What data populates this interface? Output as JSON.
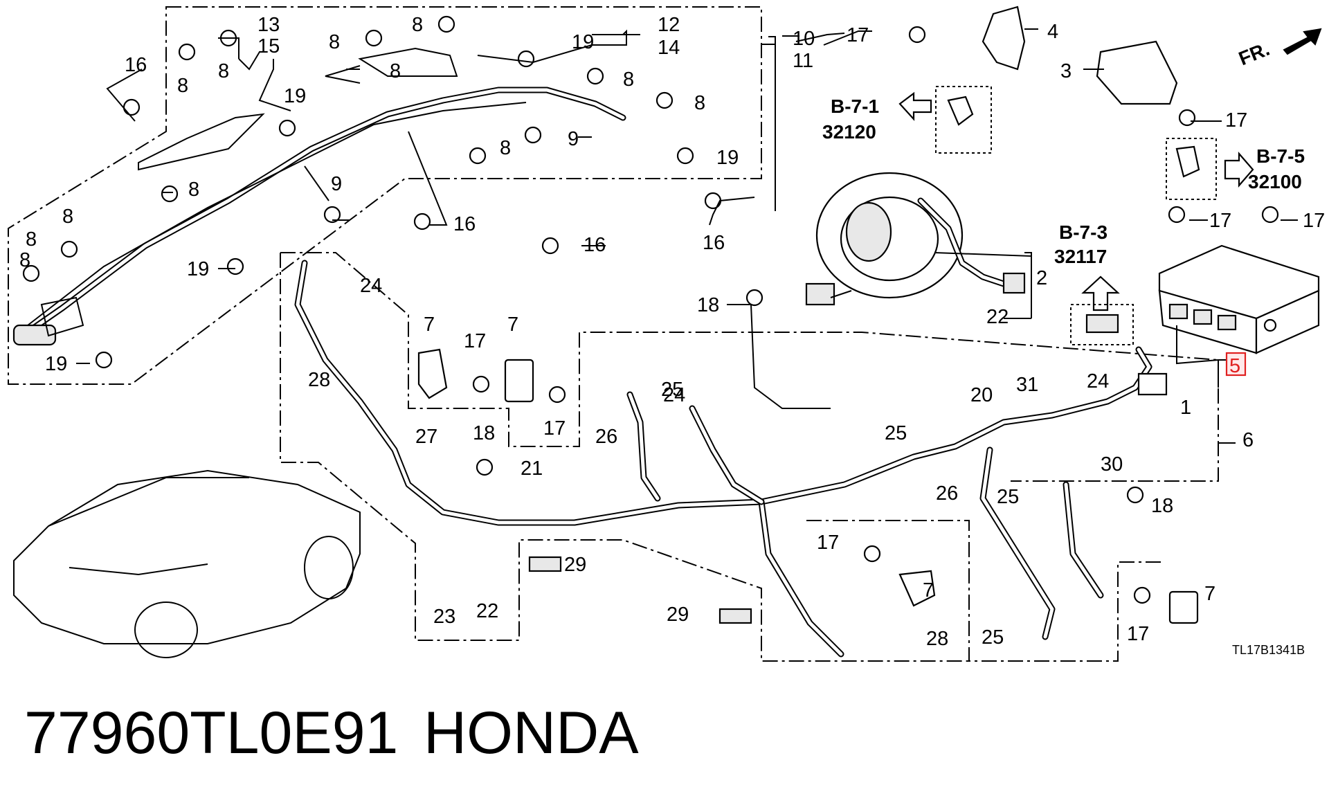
{
  "diagram": {
    "part_number_title": "77960TL0E91",
    "brand": "HONDA",
    "drawing_code": "TL17B1341B",
    "direction_label": "FR.",
    "references": [
      {
        "group": "B-7-1",
        "code": "32120"
      },
      {
        "group": "B-7-5",
        "code": "32100"
      },
      {
        "group": "B-7-3",
        "code": "32117"
      }
    ],
    "highlighted_callout": "5",
    "callouts": [
      "1",
      "2",
      "3",
      "4",
      "5",
      "6",
      "7",
      "8",
      "9",
      "10",
      "11",
      "12",
      "13",
      "14",
      "15",
      "16",
      "17",
      "18",
      "19",
      "20",
      "21",
      "22",
      "23",
      "24",
      "25",
      "26",
      "27",
      "28",
      "29",
      "30",
      "31"
    ]
  }
}
